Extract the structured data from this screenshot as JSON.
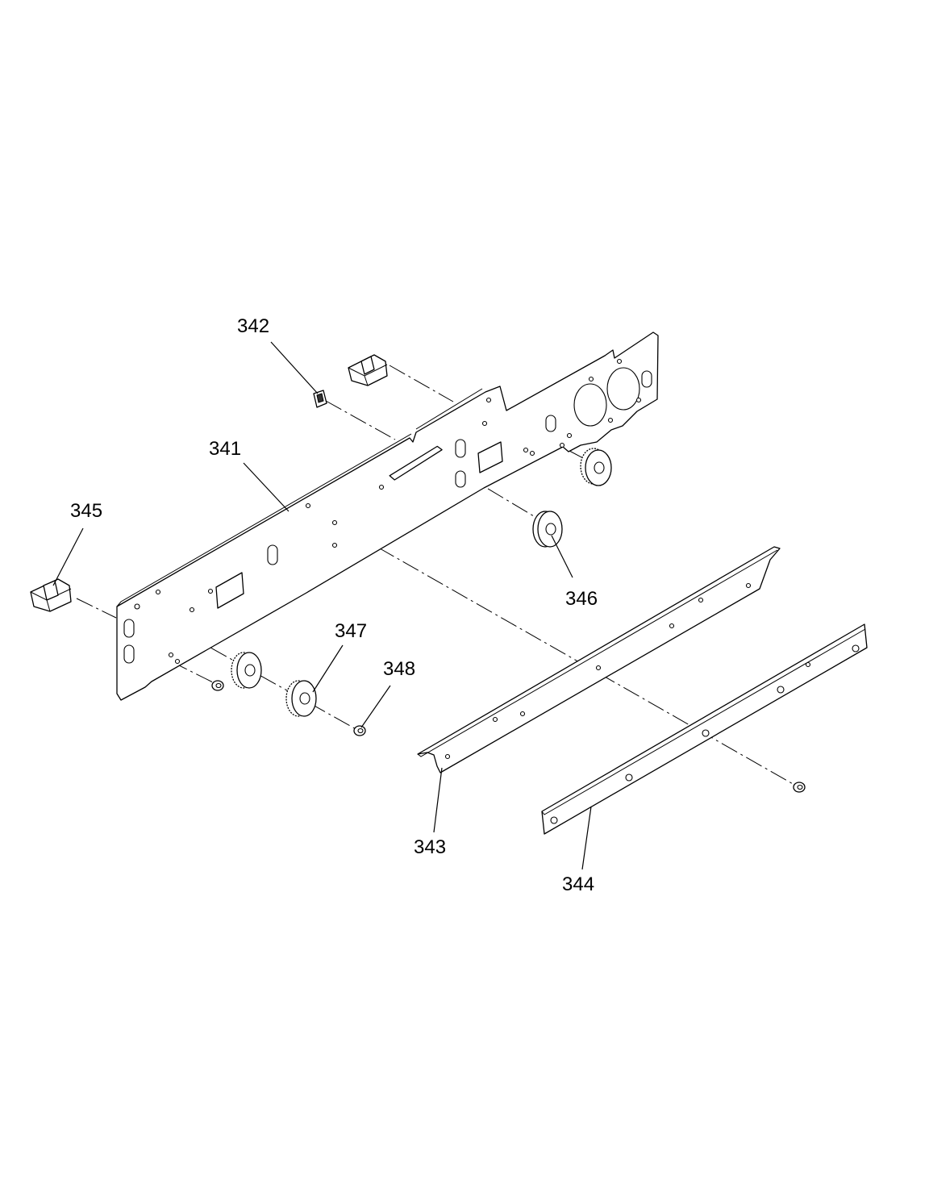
{
  "diagram": {
    "callouts": {
      "c341": "341",
      "c342": "342",
      "c343": "343",
      "c344": "344",
      "c345": "345",
      "c346": "346",
      "c347": "347",
      "c348": "348"
    }
  }
}
